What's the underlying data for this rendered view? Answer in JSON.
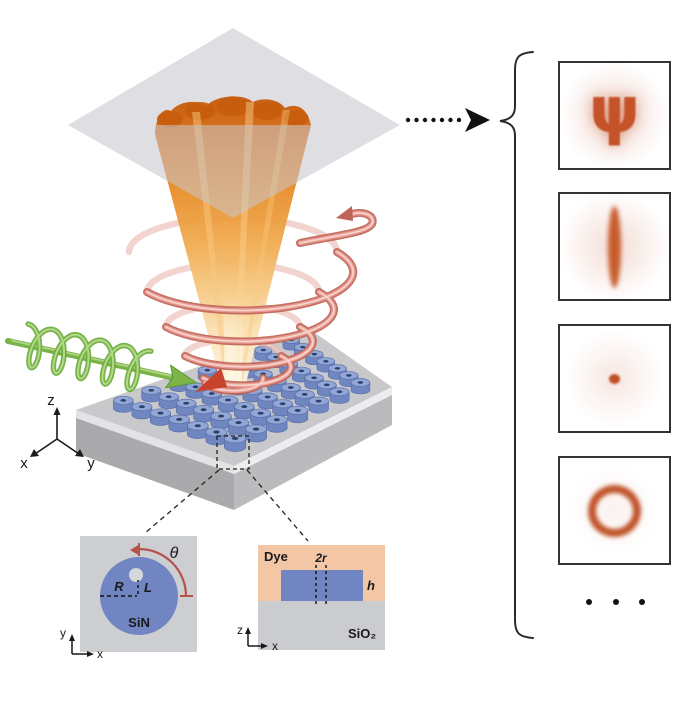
{
  "colors": {
    "pattern_glow": "#c4532a",
    "pillar_blue": "#7085c2",
    "dye_peach": "#f3c7a6",
    "substrate_gray": "#cbccd0",
    "pump_green": "#79b246",
    "spiral_pink": "#e89a90",
    "cone_orange": "#d96d15",
    "plane_gray": "#d9d9de"
  },
  "scene": {
    "axes": {
      "z": "z",
      "x": "x",
      "y": "y"
    },
    "metasurface": {
      "grid_rows": 7,
      "grid_cols": 7
    }
  },
  "insets": {
    "top_view": {
      "theta": "θ",
      "radius": "R",
      "offset": "L",
      "material": "SiN",
      "axis_v": "y",
      "axis_h": "x"
    },
    "side_view": {
      "dye": "Dye",
      "diameter": "2r",
      "height": "h",
      "substrate": "SiO₂",
      "axis_v": "z",
      "axis_h": "x"
    }
  },
  "output_column": {
    "panels": [
      {
        "name": "psi-pattern",
        "glyph": "ψ"
      },
      {
        "name": "line-pattern",
        "glyph": ""
      },
      {
        "name": "dot-pattern",
        "glyph": ""
      },
      {
        "name": "ring-pattern",
        "glyph": ""
      }
    ]
  }
}
